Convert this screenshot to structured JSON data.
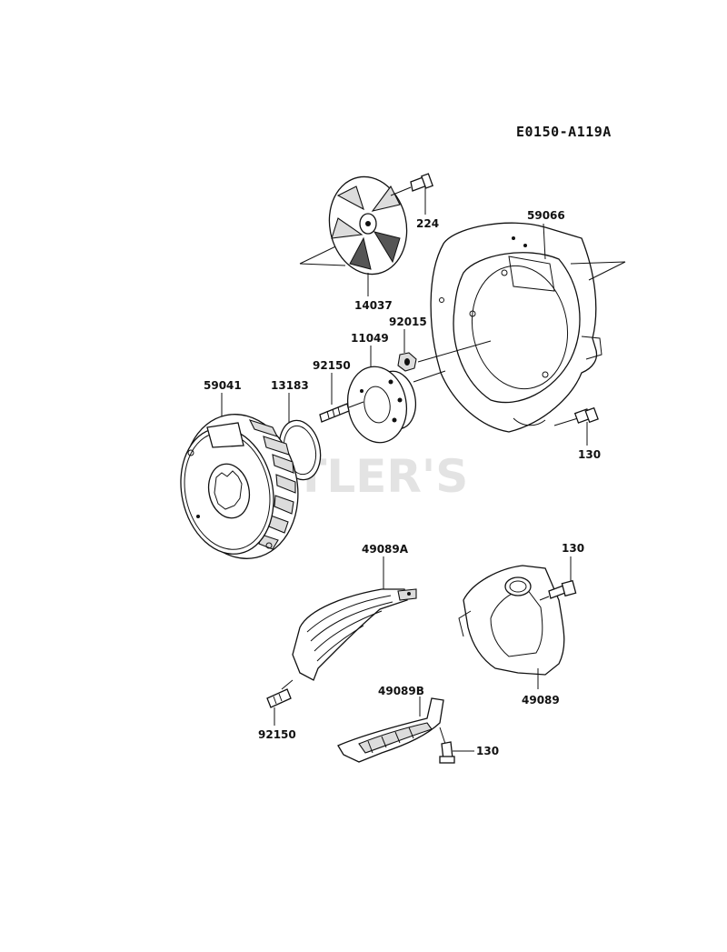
{
  "diagram_code": "E0150-A119A",
  "watermark": "CUTLER'S",
  "parts": {
    "bolt_224": "224",
    "fan_14037": "14037",
    "housing_59066": "59066",
    "nut_92015": "92015",
    "pulley_11049": "11049",
    "stud_92150_top": "92150",
    "gasket_13183": "13183",
    "flywheel_59041": "59041",
    "bolt_130_housing": "130",
    "cover_49089A": "49089A",
    "bolt_130_right": "130",
    "cover_49089": "49089",
    "stud_92150_bottom": "92150",
    "cover_49089B": "49089B",
    "bolt_130_bottom": "130"
  }
}
